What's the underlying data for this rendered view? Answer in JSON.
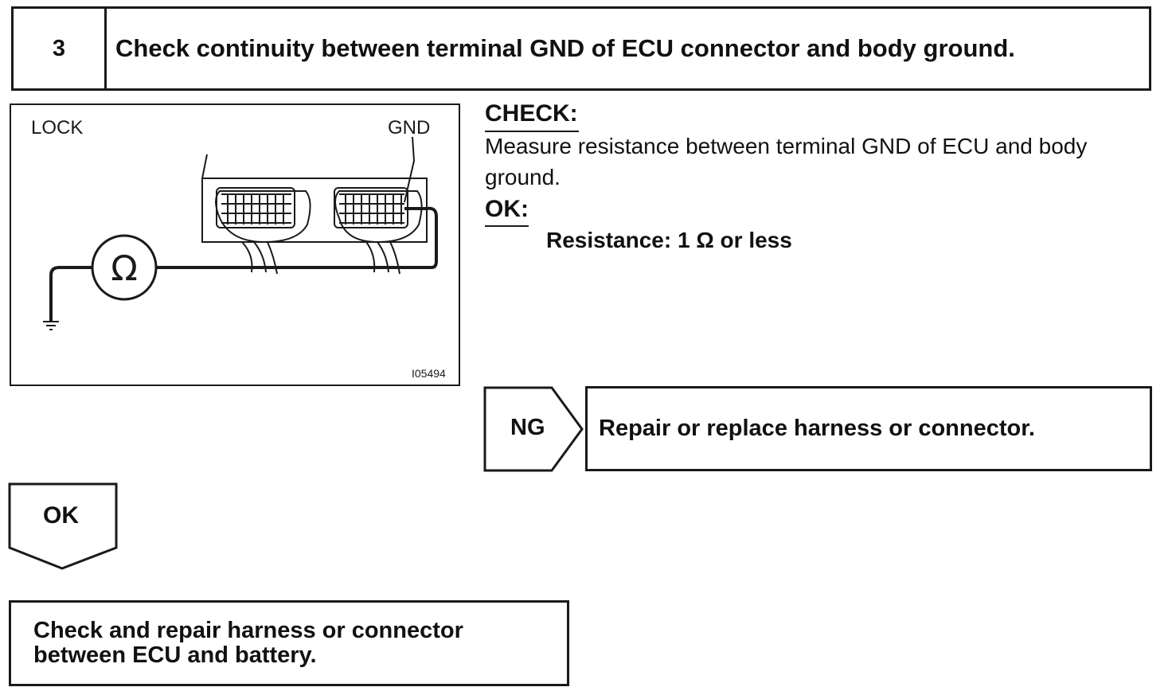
{
  "step": {
    "number": "3",
    "title": "Check continuity between terminal GND of ECU connector and body ground."
  },
  "figure": {
    "label_left": "LOCK",
    "label_right": "GND",
    "meter_symbol": "Ω",
    "figure_code": "I05494",
    "icons": [
      "ohmmeter-icon",
      "ground-symbol-icon",
      "ecu-connector-icon"
    ]
  },
  "check": {
    "heading": "CHECK:",
    "body_line1": "Measure resistance between terminal GND of ECU and body",
    "body_line2": "ground.",
    "ok_heading": "OK:",
    "spec": "Resistance: 1 Ω or less"
  },
  "ng": {
    "label": "NG",
    "result": "Repair or replace harness or connector."
  },
  "ok": {
    "label": "OK"
  },
  "final": {
    "line1": "Check and repair harness or connector",
    "line2": "between ECU and battery."
  },
  "colors": {
    "ink": "#1a1a1a",
    "background": "#ffffff"
  }
}
